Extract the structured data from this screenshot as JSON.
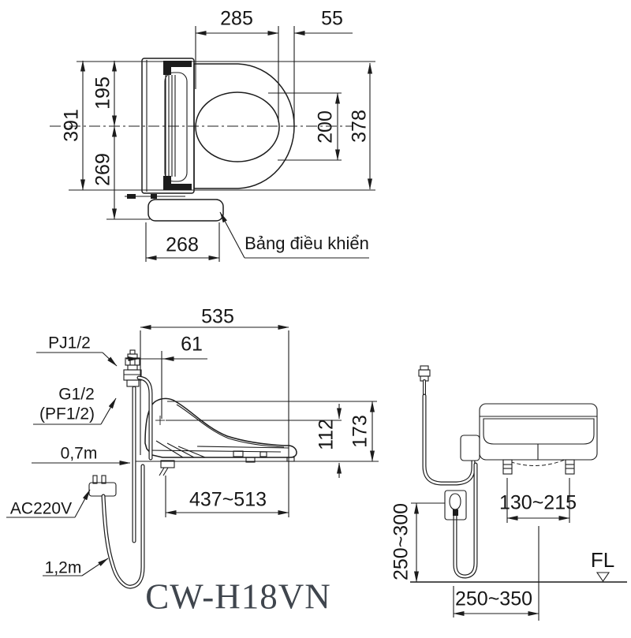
{
  "title": "CW-H18VN",
  "top_view": {
    "dims": {
      "width_inner": "285",
      "front_rim": "55",
      "half_top": "195",
      "total_width": "391",
      "half_bottom": "269",
      "bowl_height": "200",
      "seat_width": "378",
      "panel_width": "268"
    },
    "control_panel_label": "Bảng điều khiển"
  },
  "side_view": {
    "dims": {
      "total_length": "535",
      "nozzle_offset": "61",
      "seat_height": "112",
      "total_height": "173",
      "bolt_range": "437~513"
    },
    "labels": {
      "top_fitting": "PJ1/2",
      "valve": "G1/2",
      "valve_alt": "(PF1/2)",
      "hose_length": "0,7m",
      "power": "AC220V",
      "cord_length": "1,2m"
    }
  },
  "rear_view": {
    "dims": {
      "bolt_pitch": "130~215",
      "outlet_height": "250~300",
      "outlet_offset": "250~350"
    },
    "floor_label": "FL"
  }
}
